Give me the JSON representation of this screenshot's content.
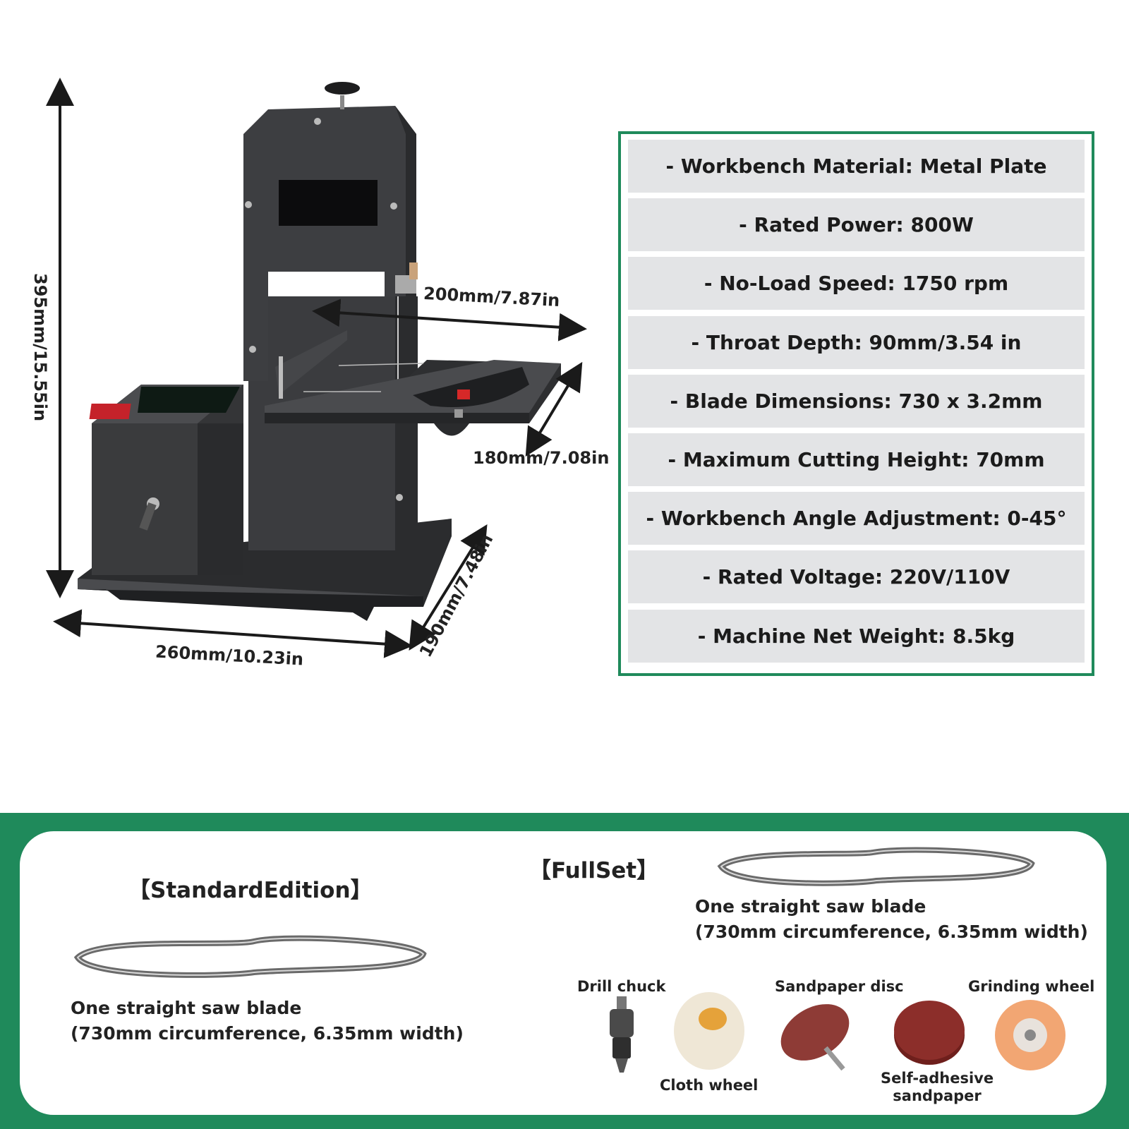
{
  "dimensions": {
    "height": "395mm/15.55in",
    "throat_width": "200mm/7.87in",
    "table_depth": "180mm/7.08in",
    "base_depth": "190mm/7.48in",
    "base_width": "260mm/10.23in"
  },
  "specs": [
    "- Workbench Material: Metal Plate",
    "- Rated Power: 800W",
    "- No-Load Speed: 1750 rpm",
    "- Throat Depth: 90mm/3.54 in",
    "- Blade Dimensions: 730 x 3.2mm",
    "- Maximum Cutting Height: 70mm",
    "- Workbench Angle Adjustment: 0-45°",
    "- Rated Voltage: 220V/110V",
    "- Machine Net Weight: 8.5kg"
  ],
  "packages": {
    "standard": {
      "title": "【StandardEdition】",
      "blade_line1": "One straight saw blade",
      "blade_line2": "(730mm circumference, 6.35mm width)"
    },
    "fullset": {
      "title": "【FullSet】",
      "blade_line1": "One straight saw blade",
      "blade_line2": "(730mm circumference, 6.35mm width)",
      "accessories": {
        "drill_chuck": "Drill chuck",
        "cloth_wheel": "Cloth wheel",
        "sandpaper_disc": "Sandpaper disc",
        "self_adhesive_1": "Self-adhesive",
        "self_adhesive_2": "sandpaper",
        "grinding_wheel": "Grinding wheel"
      }
    }
  },
  "colors": {
    "accent_green": "#1f8a5b",
    "spec_row_bg": "#e3e4e6",
    "machine_body": "#3a3b3d",
    "switch_red": "#d62828"
  }
}
